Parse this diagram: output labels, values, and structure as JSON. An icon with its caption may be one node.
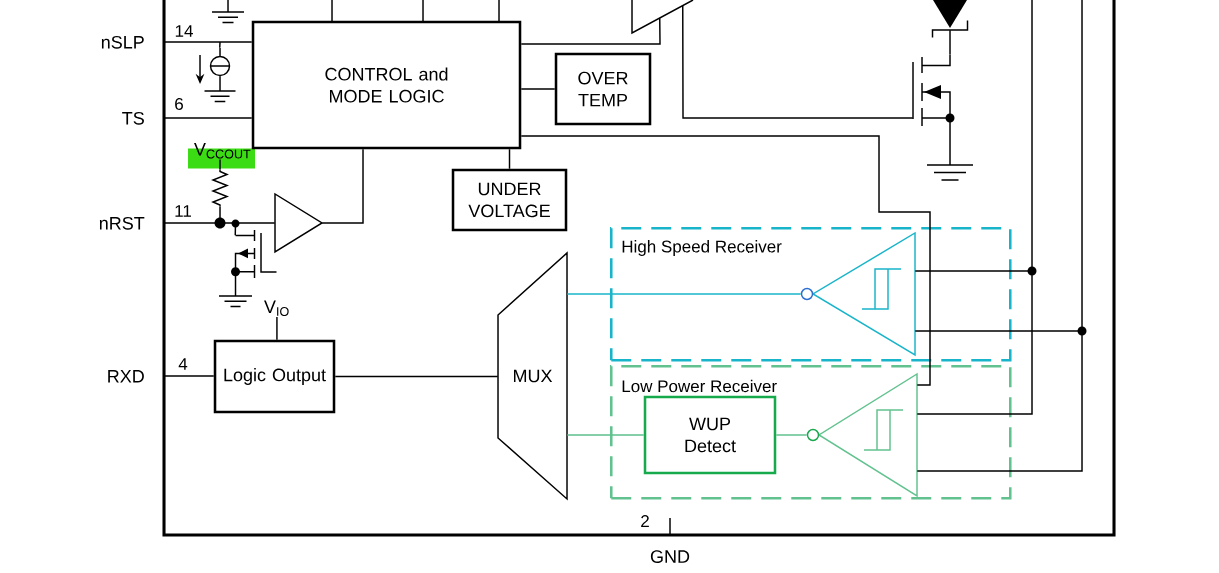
{
  "diagram": {
    "nodes": [
      {
        "text": [],
        "shape": "trapezoid"
      },
      {
        "text": [],
        "shape": "diode"
      },
      {
        "text": [
          "nSLP"
        ]
      },
      {
        "text": [],
        "shape": "circle"
      },
      {
        "text": [
          "CONTROL and MODE LOGIC"
        ]
      },
      {
        "text": [
          "OVER TEMP"
        ]
      },
      {
        "text": [],
        "shape": "transistor"
      },
      {
        "text": [
          "TS"
        ]
      },
      {
        "text": [
          "V$_{CCOUT}$"
        ]
      },
      {
        "text": [
          "UNDER VOLTAGE"
        ]
      },
      {
        "text": [],
        "shape": "resistor"
      },
      {
        "text": [
          "nRST"
        ]
      },
      {
        "text": [],
        "shape": "transistor"
      },
      {
        "text": [],
        "shape": "triangle"
      },
      {
        "text": [
          "High Speed Receiver"
        ]
      },
      {
        "text": [],
        "shape": "triangle",
        "in": 14
      },
      {
        "text": [
          "V$_{IO}$"
        ]
      },
      {
        "text": [
          "MUX"
        ]
      },
      {
        "text": [
          "RXD"
        ]
      },
      {
        "text": [
          "Logic Output"
        ]
      },
      {
        "text": [
          "Low Power Receiver"
        ]
      },
      {
        "text": [
          "WUP Detect"
        ],
        "in": 20
      },
      {
        "text": [],
        "shape": "triangle",
        "in": 20
      },
      {
        "text": [
          "GND"
        ]
      }
    ],
    "edges": [
      {
        "from": 2,
        "to": 4,
        "arrow": "none"
      },
      {
        "from": 2,
        "to": 3,
        "arrow": "none"
      },
      {
        "from": 4,
        "to": 0,
        "arrow": "none"
      },
      {
        "from": 0,
        "to": 6,
        "arrow": "none"
      },
      {
        "from": 1,
        "to": 6,
        "arrow": "none"
      },
      {
        "from": 4,
        "to": 5,
        "arrow": "none"
      },
      {
        "from": 7,
        "to": 4,
        "arrow": "none"
      },
      {
        "from": 8,
        "to": 10,
        "arrow": "none"
      },
      {
        "from": 4,
        "to": 9,
        "arrow": "none"
      },
      {
        "from": 11,
        "to": 13,
        "arrow": "none"
      },
      {
        "from": 10,
        "to": 13,
        "arrow": "none"
      },
      {
        "from": 12,
        "to": 13,
        "arrow": "none"
      },
      {
        "from": 13,
        "to": 4,
        "arrow": "none"
      },
      {
        "from": 4,
        "to": 22,
        "arrow": "none"
      },
      {
        "from": 17,
        "to": 15,
        "arrow": "none",
        "color": "#18b4c9"
      },
      {
        "from": 16,
        "to": 19,
        "arrow": "none"
      },
      {
        "from": 18,
        "to": 19,
        "arrow": "none"
      },
      {
        "from": 19,
        "to": 17,
        "arrow": "none"
      },
      {
        "from": 17,
        "to": 21,
        "arrow": "none",
        "color": "#5cc08c"
      },
      {
        "from": 21,
        "to": 22,
        "arrow": "none",
        "color": "#5cc08c"
      },
      {
        "from": 15,
        "to": 22,
        "arrow": "none"
      },
      {
        "from": 15,
        "to": 22,
        "arrow": "none"
      },
      {
        "from": 23,
        "to": null,
        "arrow": "none"
      },
      {
        "from": 15,
        "to": null,
        "arrow": "none"
      },
      {
        "from": 15,
        "to": null,
        "arrow": "none"
      }
    ],
    "labels": [
      "14",
      "6",
      "11",
      "4",
      "2"
    ]
  }
}
